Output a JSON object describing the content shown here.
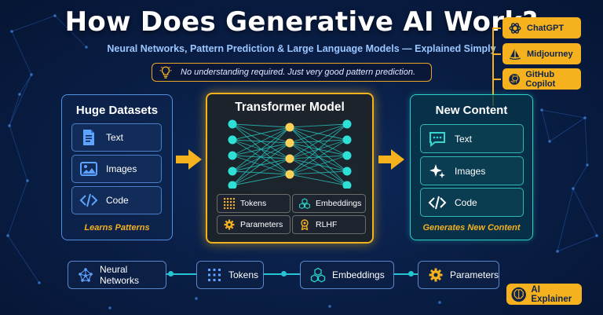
{
  "header": {
    "title": "How Does Generative AI Work?",
    "subtitle": "Neural Networks, Pattern Prediction & Large Language Models — Explained Simply",
    "note": "No understanding required. Just very good pattern prediction."
  },
  "tools": [
    {
      "label": "ChatGPT",
      "icon": "openai-icon"
    },
    {
      "label": "Midjourney",
      "icon": "sailboat-icon"
    },
    {
      "label": "GitHub Copilot",
      "icon": "github-icon"
    }
  ],
  "left_panel": {
    "title": "Huge Datasets",
    "items": [
      "Text",
      "Images",
      "Code"
    ],
    "caption": "Learns Patterns"
  },
  "center_panel": {
    "title": "Transformer Model",
    "chips": [
      "Tokens",
      "Embeddings",
      "Parameters",
      "RLHF"
    ]
  },
  "right_panel": {
    "title": "New Content",
    "items": [
      "Text",
      "Images",
      "Code"
    ],
    "caption": "Generates New Content"
  },
  "bottom_row": [
    "Neural Networks",
    "Tokens",
    "Embeddings",
    "Parameters"
  ],
  "badge": "AI Explainer",
  "colors": {
    "accent": "#f5b21e",
    "teal": "#2ad1c8",
    "blue": "#4f8fe0",
    "background": "#0a1f47"
  }
}
